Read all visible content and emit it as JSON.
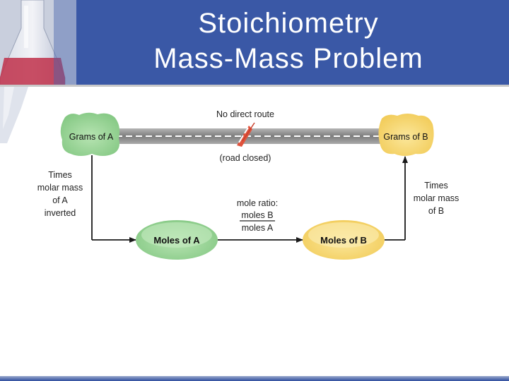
{
  "title": {
    "line1": "Stoichiometry",
    "line2": "Mass-Mass Problem"
  },
  "diagram": {
    "grams_a": "Grams of A",
    "grams_b": "Grams of B",
    "moles_a": "Moles of A",
    "moles_b": "Moles of B",
    "no_direct_route": "No direct route",
    "road_closed": "(road closed)",
    "left_label": [
      "Times",
      "molar mass",
      "of A",
      "inverted"
    ],
    "right_label": [
      "Times",
      "molar mass",
      "of B"
    ],
    "mole_ratio": {
      "label": "mole ratio:",
      "numerator": "moles B",
      "denominator": "moles A"
    }
  },
  "colors": {
    "header": "#3a58a6",
    "green_blob": "#9ed59a",
    "yellow_blob": "#f7dc7a",
    "road": "#8c8c8c",
    "barrier": "#e0523c"
  }
}
